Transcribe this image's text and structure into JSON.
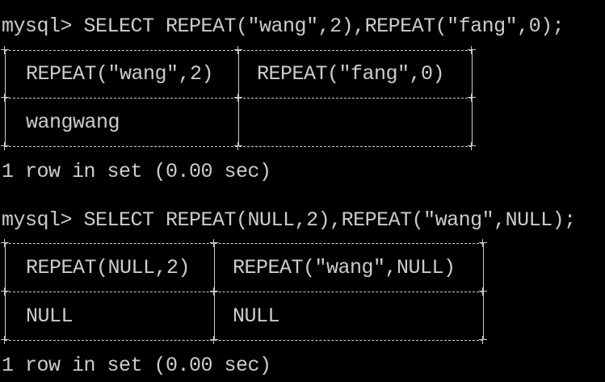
{
  "window": {
    "background": "#000000",
    "text_color": "#cccccc"
  },
  "queries": [
    {
      "command": "mysql> SELECT REPEAT(\"wang\",2),REPEAT(\"fang\",0);",
      "columns": [
        "REPEAT(\"wang\",2)",
        "REPEAT(\"fang\",0)"
      ],
      "rows": [
        [
          "wangwang",
          ""
        ]
      ],
      "status": "1 row in set (0.00 sec)"
    },
    {
      "command": "mysql> SELECT REPEAT(NULL,2),REPEAT(\"wang\",NULL);",
      "columns": [
        "REPEAT(NULL,2)",
        "REPEAT(\"wang\",NULL)"
      ],
      "rows": [
        [
          "NULL",
          "NULL"
        ]
      ],
      "status": "1 row in set (0.00 sec)"
    }
  ]
}
